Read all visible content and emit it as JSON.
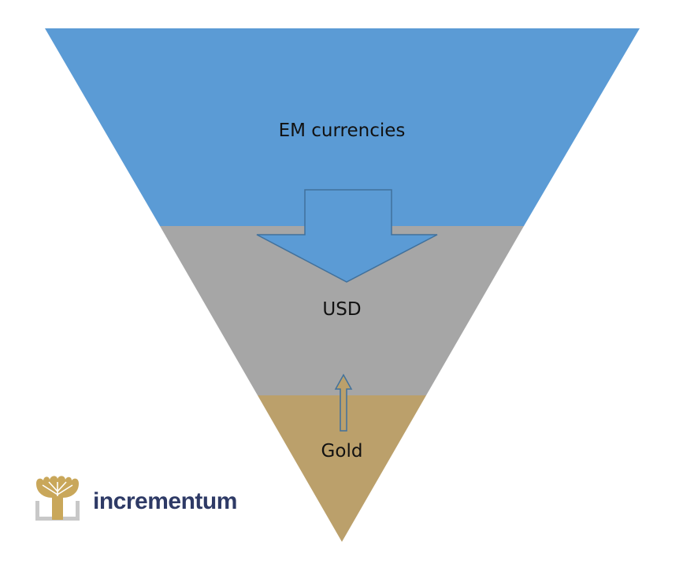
{
  "layers": [
    {
      "label": "EM currencies",
      "color": "#5B9BD5"
    },
    {
      "label": "USD",
      "color": "#A6A6A6"
    },
    {
      "label": "Gold",
      "color": "#BBA06B"
    }
  ],
  "arrows": {
    "down_arrow_color": "#5B9BD5",
    "up_arrow_color": "#BBA06B",
    "outline_color": "#41719C"
  },
  "brand": {
    "name": "incrementum",
    "name_color": "#2E3A66",
    "logo_gold": "#C9A75A",
    "logo_gray": "#C8C8C8",
    "logo_icon": "tree-icon"
  }
}
